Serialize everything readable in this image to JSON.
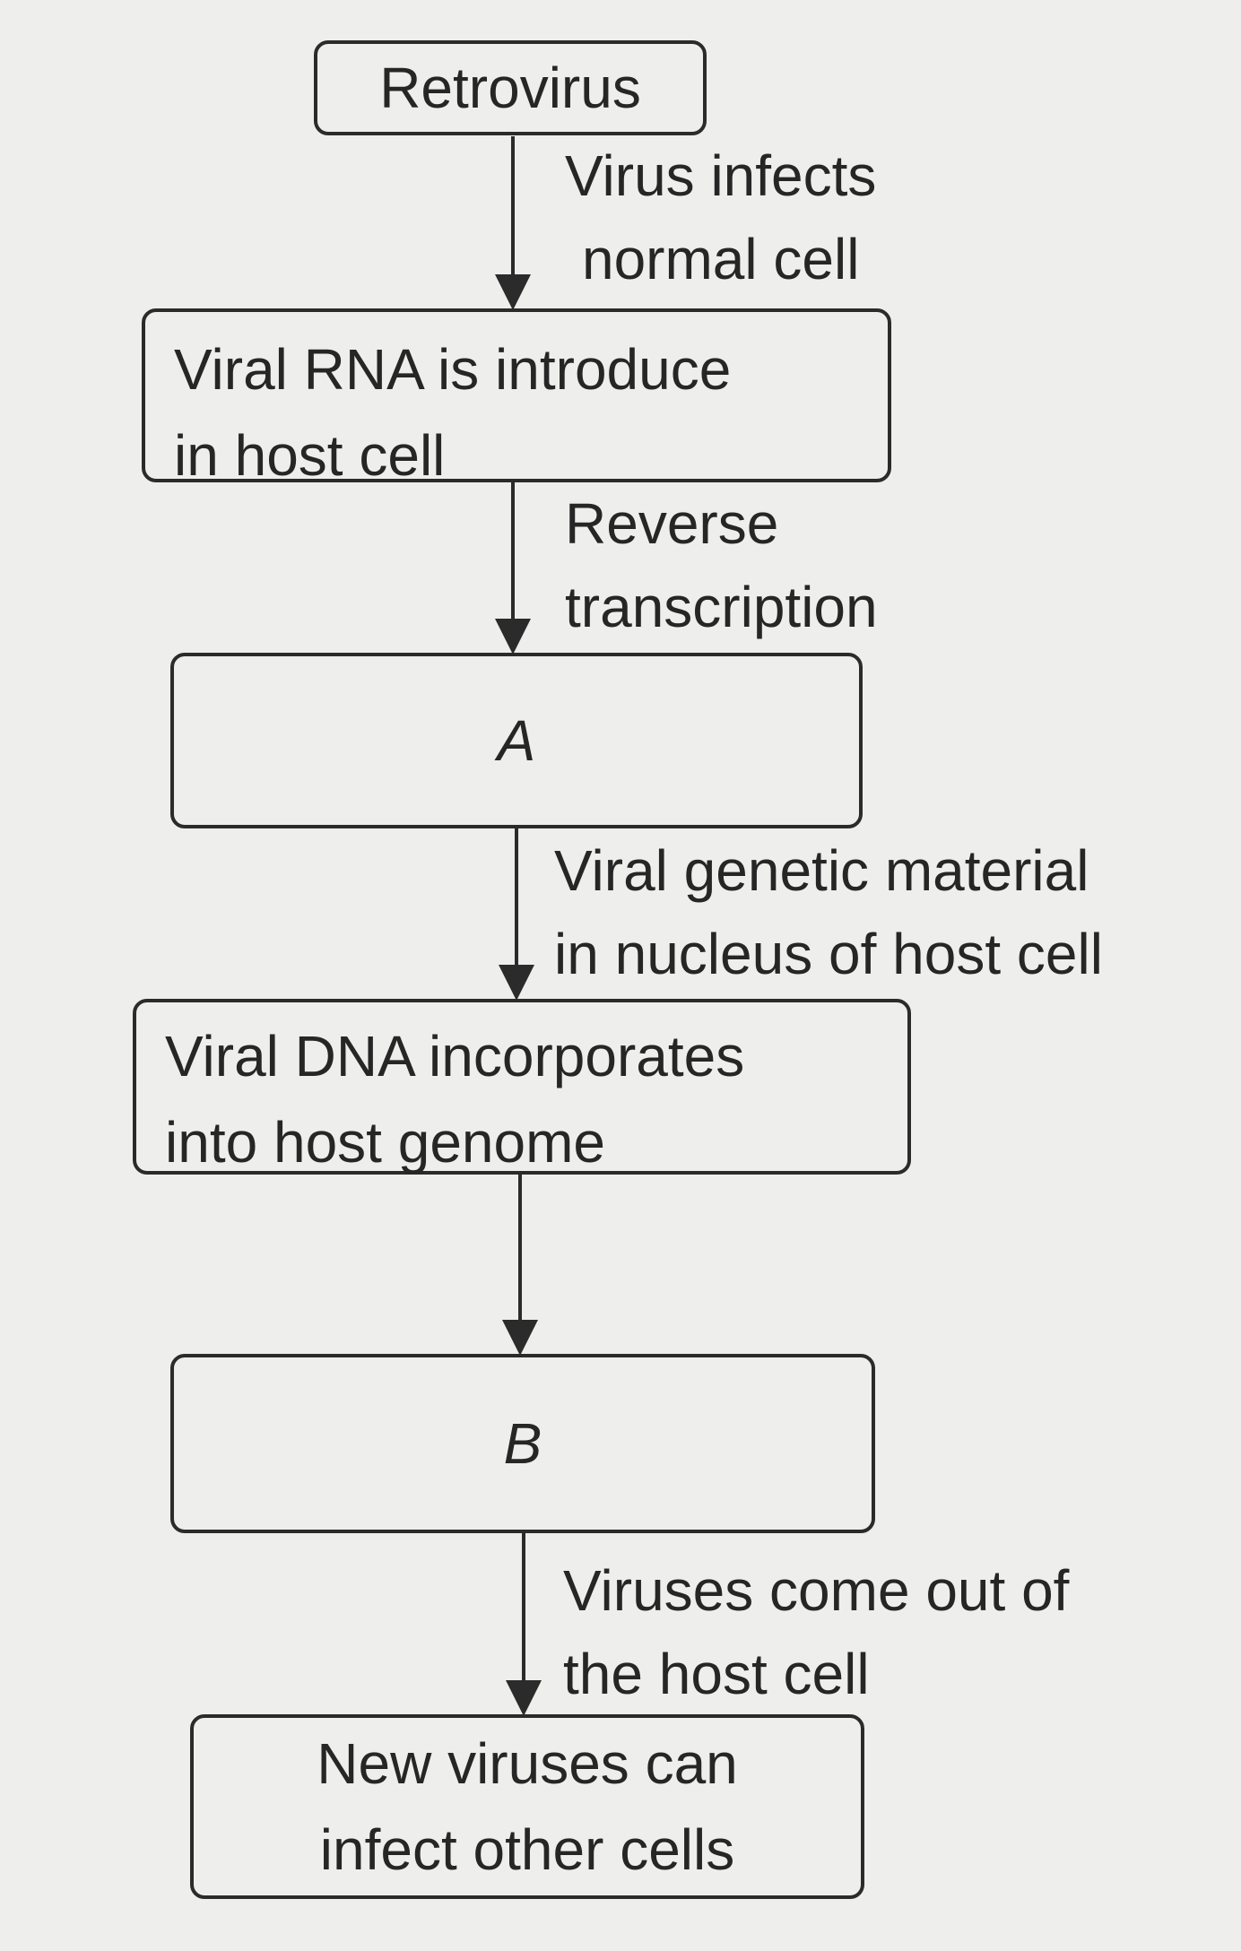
{
  "nodes": {
    "retrovirus": {
      "lines": [
        "Retrovirus"
      ]
    },
    "viral_rna": {
      "lines": [
        "Viral RNA is introduce",
        "in host cell"
      ]
    },
    "a": {
      "lines": [
        "A"
      ]
    },
    "viral_dna": {
      "lines": [
        "Viral DNA incorporates",
        "into host genome"
      ]
    },
    "b": {
      "lines": [
        "B"
      ]
    },
    "new_viruses": {
      "lines": [
        "New viruses can",
        "infect other cells"
      ]
    }
  },
  "edges": [
    {
      "from": "retrovirus",
      "to": "viral_rna",
      "lines": [
        "Virus infects",
        "normal cell"
      ]
    },
    {
      "from": "viral_rna",
      "to": "a",
      "lines": [
        "Reverse",
        "transcription"
      ]
    },
    {
      "from": "a",
      "to": "viral_dna",
      "lines": [
        "Viral genetic material",
        "in nucleus of host cell"
      ]
    },
    {
      "from": "viral_dna",
      "to": "b",
      "lines": []
    },
    {
      "from": "b",
      "to": "new_viruses",
      "lines": [
        "Viruses come out of",
        "the host cell"
      ]
    }
  ]
}
